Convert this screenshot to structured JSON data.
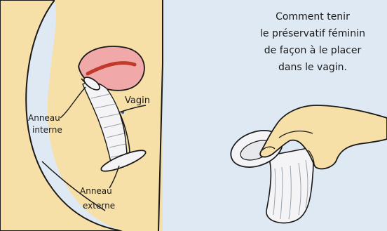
{
  "caption": {
    "lines": [
      "Comment tenir",
      "le préservatif féminin",
      "de façon à le placer",
      "dans le vagin."
    ]
  },
  "labels": {
    "vagin": "Vagin",
    "anneau_interne": [
      "Anneau",
      "interne"
    ],
    "anneau_externe": [
      "Anneau",
      "externe"
    ]
  },
  "colors": {
    "background": "#dfe9f4",
    "skin": "#f7dfa8",
    "outline": "#1a1a1a",
    "uterus": "#f0a8a8",
    "uterus_inner": "#c0392b",
    "condom": "#f4f4f6"
  }
}
